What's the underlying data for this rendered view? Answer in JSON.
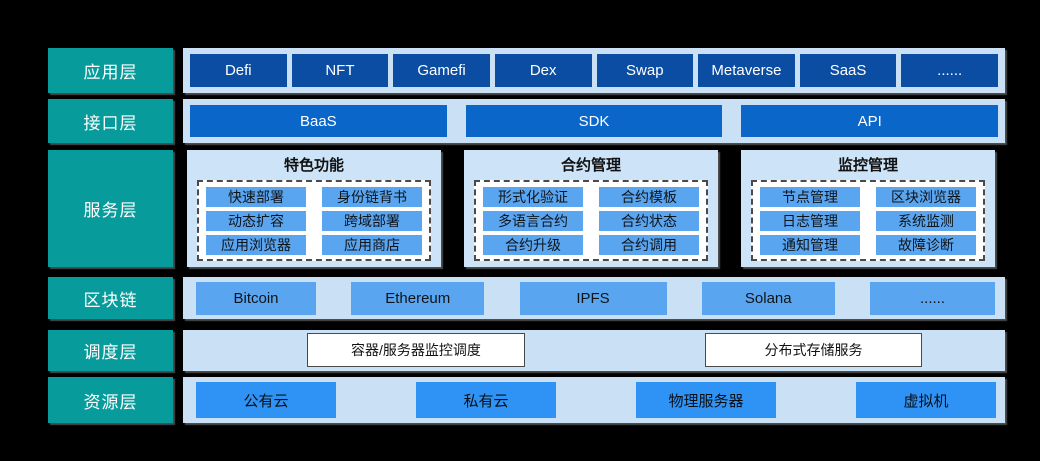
{
  "layers": [
    {
      "label": "应用层"
    },
    {
      "label": "接口层"
    },
    {
      "label": "服务层"
    },
    {
      "label": "区块链"
    },
    {
      "label": "调度层"
    },
    {
      "label": "资源层"
    }
  ],
  "app_layer": {
    "items": [
      "Defi",
      "NFT",
      "Gamefi",
      "Dex",
      "Swap",
      "Metaverse",
      "SaaS",
      "......"
    ]
  },
  "interface_layer": {
    "items": [
      "BaaS",
      "SDK",
      "API"
    ]
  },
  "service_layer": {
    "panels": [
      {
        "title": "特色功能",
        "items": [
          "快速部署",
          "身份链背书",
          "动态扩容",
          "跨域部署",
          "应用浏览器",
          "应用商店"
        ]
      },
      {
        "title": "合约管理",
        "items": [
          "形式化验证",
          "合约模板",
          "多语言合约",
          "合约状态",
          "合约升级",
          "合约调用"
        ]
      },
      {
        "title": "监控管理",
        "items": [
          "节点管理",
          "区块浏览器",
          "日志管理",
          "系统监测",
          "通知管理",
          "故障诊断"
        ]
      }
    ]
  },
  "blockchain_layer": {
    "items": [
      "Bitcoin",
      "Ethereum",
      "IPFS",
      "Solana",
      "......"
    ]
  },
  "scheduling_layer": {
    "items": [
      "容器/服务器监控调度",
      "分布式存储服务"
    ]
  },
  "resource_layer": {
    "items": [
      "公有云",
      "私有云",
      "物理服务器",
      "虚拟机"
    ]
  },
  "colors": {
    "background": "#000000",
    "layer_label_bg": "#089B9B",
    "row_container_bg": "#C9E0F5",
    "app_item_bg": "#0B4DA2",
    "interface_item_bg": "#0A66C8",
    "service_panel_bg": "#CDE3F8",
    "service_item_bg": "#5AA5F0",
    "resource_item_bg": "#2E93F5",
    "scheduler_item_bg": "#FFFFFF"
  }
}
